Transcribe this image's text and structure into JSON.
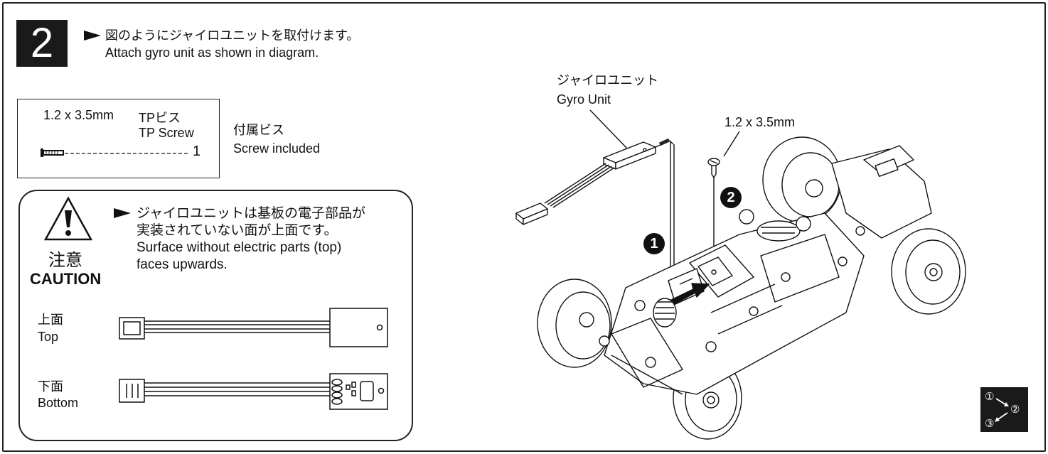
{
  "step": {
    "number": "2"
  },
  "instruction": {
    "jp": "図のようにジャイロユニットを取付けます。",
    "en": "Attach gyro unit as shown in diagram."
  },
  "screw_box": {
    "size": "1.2 x 3.5mm",
    "name_jp": "TPビス",
    "name_en": "TP Screw",
    "qty": "1"
  },
  "included": {
    "jp": "付属ビス",
    "en": "Screw included"
  },
  "caution": {
    "label_jp": "注意",
    "label_en": "CAUTION",
    "line1": "ジャイロユニットは基板の電子部品が",
    "line2": "実装されていない面が上面です。",
    "line3": "Surface without electric parts (top)",
    "line4": "faces upwards."
  },
  "views": {
    "top_jp": "上面",
    "top_en": "Top",
    "bottom_jp": "下面",
    "bottom_en": "Bottom"
  },
  "diagram": {
    "gyro_jp": "ジャイロユニット",
    "gyro_en": "Gyro Unit",
    "screw_size": "1.2 x 3.5mm",
    "step1": "1",
    "step2": "2"
  },
  "sequence": {
    "a": "①",
    "b": "②",
    "c": "③"
  }
}
